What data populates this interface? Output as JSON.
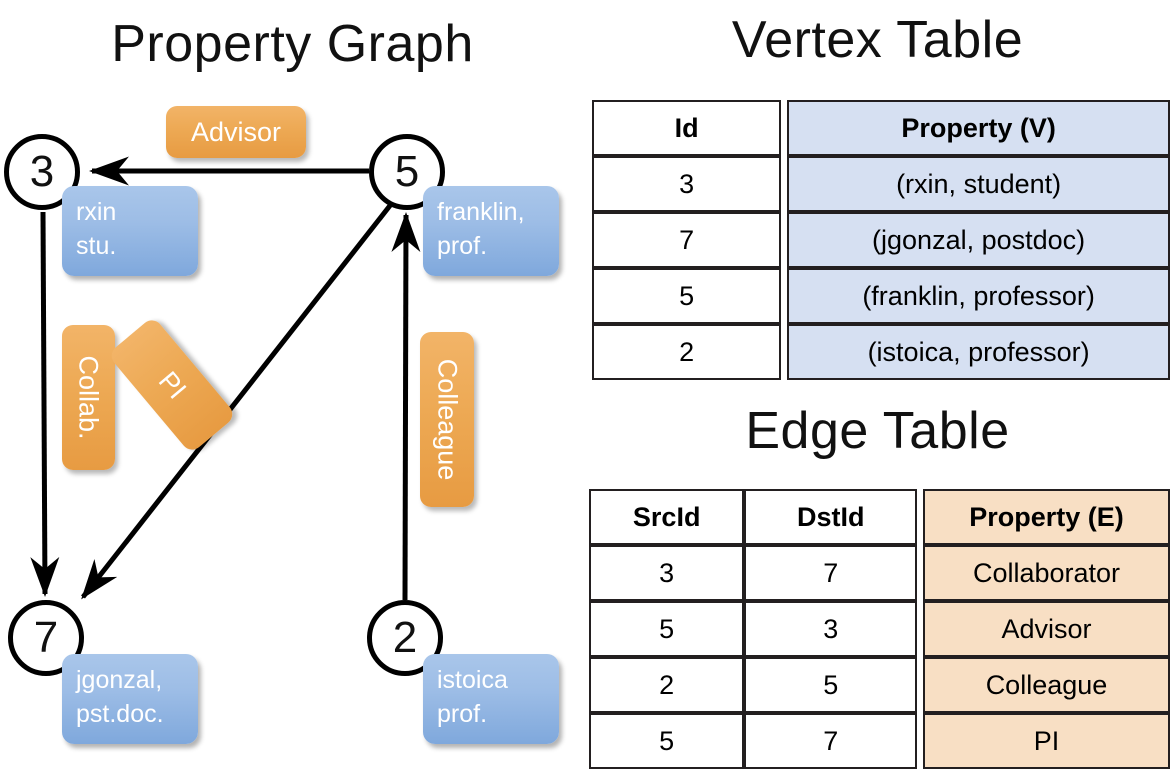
{
  "titles": {
    "property_graph": "Property Graph",
    "vertex_table": "Vertex Table",
    "edge_table": "Edge Table"
  },
  "graph": {
    "vertices": [
      {
        "id": "3",
        "name": "rxin",
        "role": "stu.",
        "prop_line1": "rxin",
        "prop_line2": "stu."
      },
      {
        "id": "5",
        "name": "franklin",
        "role": "prof.",
        "prop_line1": "franklin,",
        "prop_line2": "prof."
      },
      {
        "id": "7",
        "name": "jgonzal",
        "role": "pst.doc.",
        "prop_line1": "jgonzal,",
        "prop_line2": "pst.doc."
      },
      {
        "id": "2",
        "name": "istoica",
        "role": "prof.",
        "prop_line1": "istoica",
        "prop_line2": "prof."
      }
    ],
    "edge_labels": {
      "advisor": "Advisor",
      "collab": "Collab.",
      "pi": "PI",
      "colleague": "Colleague"
    },
    "edges": [
      {
        "src": "5",
        "dst": "3",
        "label": "Advisor"
      },
      {
        "src": "3",
        "dst": "7",
        "label": "Collab."
      },
      {
        "src": "5",
        "dst": "7",
        "label": "PI"
      },
      {
        "src": "2",
        "dst": "5",
        "label": "Colleague"
      }
    ]
  },
  "vertex_table": {
    "headers": [
      "Id",
      "Property (V)"
    ],
    "rows": [
      {
        "id": "3",
        "property": "(rxin, student)"
      },
      {
        "id": "7",
        "property": "(jgonzal, postdoc)"
      },
      {
        "id": "5",
        "property": "(franklin, professor)"
      },
      {
        "id": "2",
        "property": "(istoica, professor)"
      }
    ]
  },
  "edge_table": {
    "headers": [
      "SrcId",
      "DstId",
      "Property (E)"
    ],
    "rows": [
      {
        "src": "3",
        "dst": "7",
        "property": "Collaborator"
      },
      {
        "src": "5",
        "dst": "3",
        "property": "Advisor"
      },
      {
        "src": "2",
        "dst": "5",
        "property": "Colleague"
      },
      {
        "src": "5",
        "dst": "7",
        "property": "PI"
      }
    ]
  },
  "colors": {
    "vertex_property_fill": "#D6E0F2",
    "edge_property_fill": "#F8DFC4",
    "node_box_blue": "#9DBDE6",
    "edge_label_orange": "#EDA954",
    "stroke": "#231f20"
  }
}
